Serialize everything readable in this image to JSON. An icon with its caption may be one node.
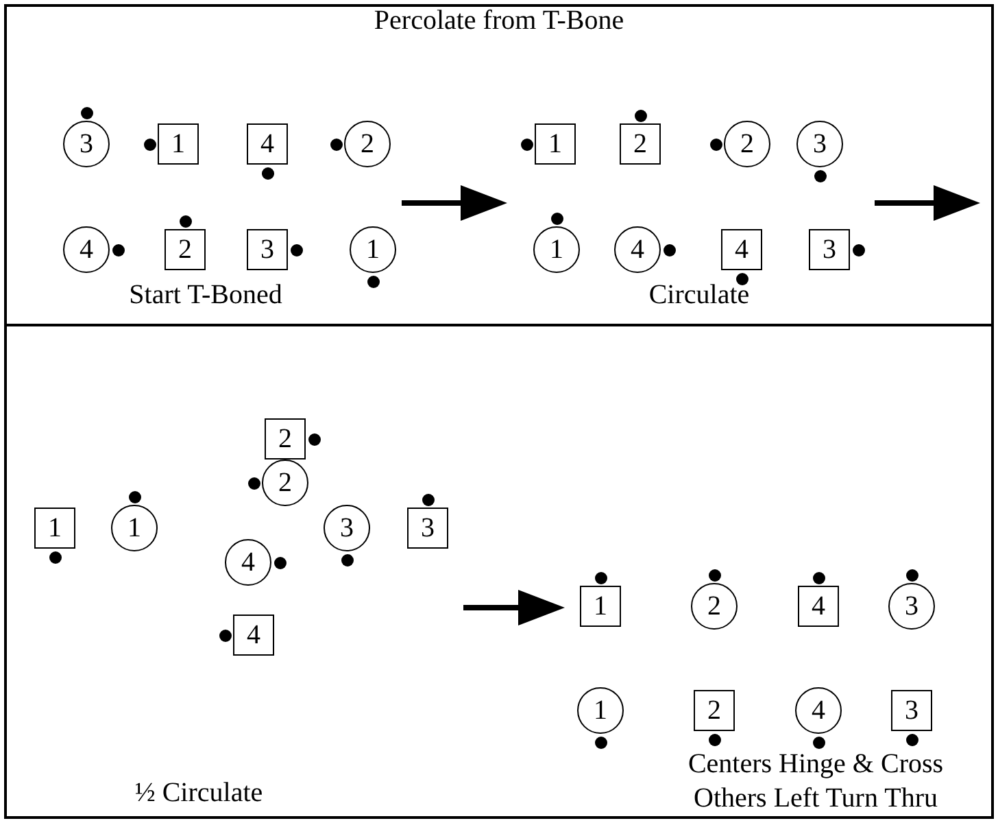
{
  "diagram": {
    "title": "Percolate from T-Bone",
    "nodes": [
      {
        "text": [
          "3"
        ]
      },
      {
        "text": [
          "1"
        ]
      },
      {
        "text": [
          "4"
        ]
      },
      {
        "text": [
          "2"
        ]
      },
      {
        "text": [
          "4"
        ]
      },
      {
        "text": [
          "2"
        ]
      },
      {
        "text": [
          "3"
        ]
      },
      {
        "text": [
          "1"
        ]
      },
      {
        "text": [
          "1"
        ]
      },
      {
        "text": [
          "2"
        ]
      },
      {
        "text": [
          "2"
        ]
      },
      {
        "text": [
          "3"
        ]
      },
      {
        "text": [
          "1"
        ]
      },
      {
        "text": [
          "4"
        ]
      },
      {
        "text": [
          "4"
        ]
      },
      {
        "text": [
          "3"
        ]
      },
      {
        "text": [
          "2"
        ]
      },
      {
        "text": [
          "2"
        ]
      },
      {
        "text": [
          "1"
        ]
      },
      {
        "text": [
          "1"
        ]
      },
      {
        "text": [
          "3"
        ]
      },
      {
        "text": [
          "3"
        ]
      },
      {
        "text": [
          "4"
        ]
      },
      {
        "text": [
          "4"
        ]
      },
      {
        "text": [
          "1"
        ]
      },
      {
        "text": [
          "2"
        ]
      },
      {
        "text": [
          "4"
        ]
      },
      {
        "text": [
          "3"
        ]
      },
      {
        "text": [
          "1"
        ]
      },
      {
        "text": [
          "2"
        ]
      },
      {
        "text": [
          "4"
        ]
      },
      {
        "text": [
          "3"
        ]
      }
    ],
    "edges": [],
    "labels": [
      "Start T-Boned",
      "Circulate",
      "½ Circulate",
      "Centers Hinge & Cross",
      "Others Left Turn Thru"
    ]
  }
}
